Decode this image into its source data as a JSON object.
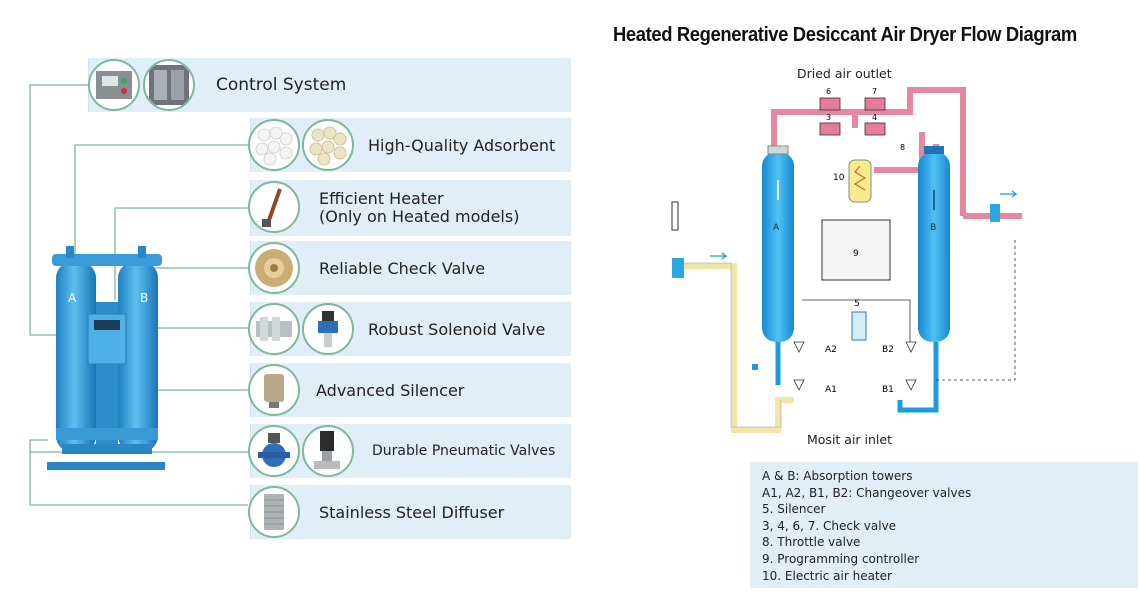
{
  "features": [
    {
      "label": "Control System",
      "icons": [
        "control-panel-icon",
        "control-cabinet-icon"
      ]
    },
    {
      "label": "High-Quality Adsorbent",
      "icons": [
        "white-adsorbent-beads-icon",
        "beige-adsorbent-beads-icon"
      ]
    },
    {
      "label": "Efficient Heater",
      "label2": "(Only on Heated models)",
      "icons": [
        "heater-rod-icon"
      ]
    },
    {
      "label": "Reliable Check Valve",
      "icons": [
        "check-valve-disc-icon"
      ]
    },
    {
      "label": "Robust Solenoid Valve",
      "icons": [
        "solenoid-valve-block-icon",
        "solenoid-valve-icon"
      ]
    },
    {
      "label": "Advanced Silencer",
      "icons": [
        "silencer-icon"
      ]
    },
    {
      "label": "Durable Pneumatic Valves",
      "icons": [
        "blue-butterfly-valve-icon",
        "angle-seat-valve-icon"
      ]
    },
    {
      "label": "Stainless Steel Diffuser",
      "icons": [
        "diffuser-filter-icon"
      ]
    }
  ],
  "machine": {
    "tower_a": "A",
    "tower_b": "B"
  },
  "diagram": {
    "title": "Heated Regenerative Desiccant Air Dryer Flow Diagram",
    "outlet_label": "Dried air outlet",
    "inlet_label": "Mosit air inlet",
    "tower_a": "A",
    "tower_b": "B",
    "controller": "9",
    "heater": "10",
    "silencer": "5",
    "check_valves": [
      "6",
      "7",
      "3",
      "4"
    ],
    "throttle": "8",
    "valves": [
      "A2",
      "B2",
      "A1",
      "B1"
    ]
  },
  "legend": [
    "A & B: Absorption towers",
    "A1, A2, B1, B2: Changeover valves",
    "5. Silencer",
    "3, 4, 6, 7. Check valve",
    "8. Throttle valve",
    "9. Programming controller",
    "10. Electric air heater"
  ],
  "colors": {
    "dry_air": "#e7879f",
    "wet_air": "#f0e6a8",
    "tower": "#2aa6e0",
    "flow": "#1d9be0",
    "panel": "#dfeef7",
    "leader": "#7fb89a"
  }
}
